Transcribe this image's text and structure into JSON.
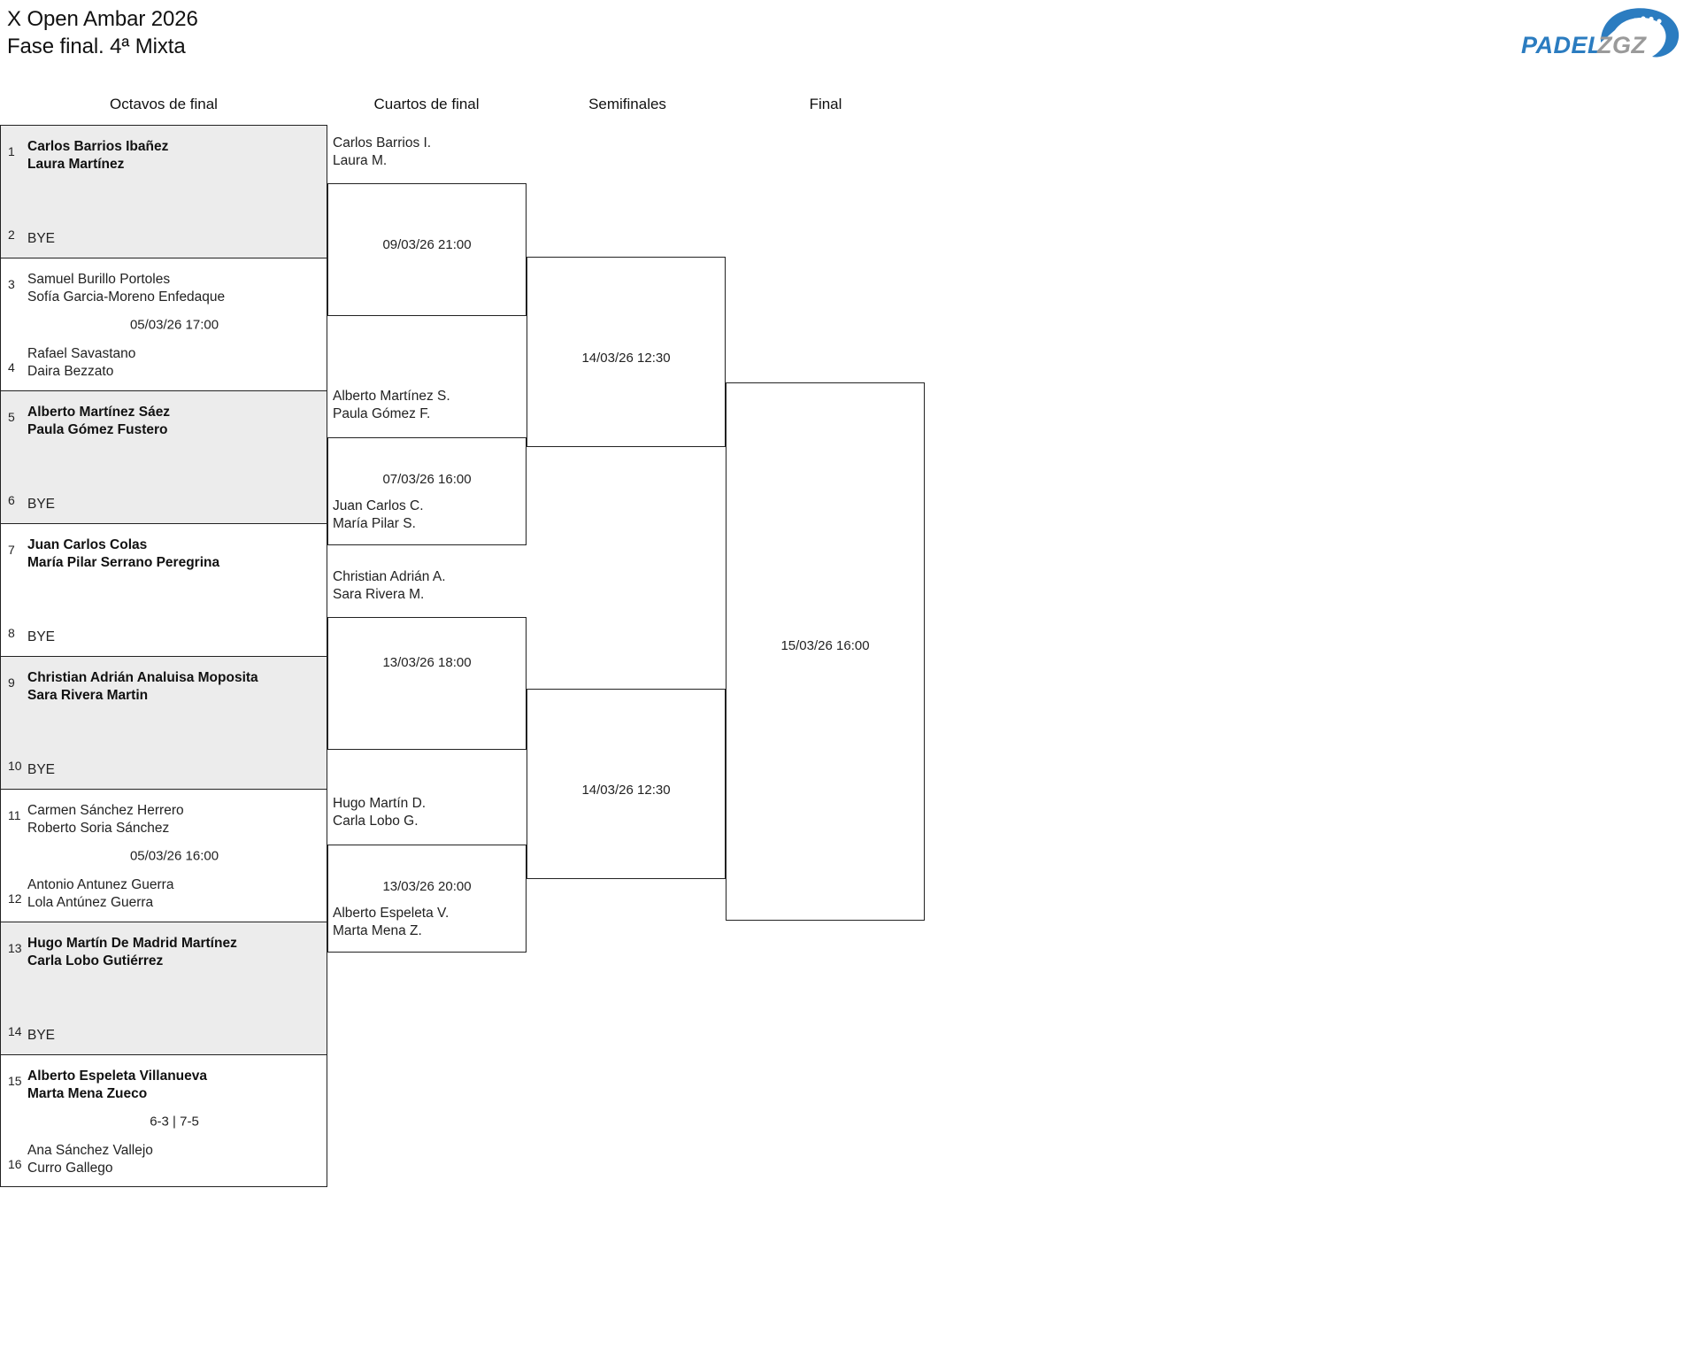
{
  "header": {
    "title_line1": "X Open Ambar 2026",
    "title_line2": "Fase final. 4ª Mixta",
    "logo": {
      "text_blue": "PADEL",
      "text_gray": "ZGZ",
      "color_blue": "#2b7cc0",
      "color_gray": "#9a9a9a"
    }
  },
  "rounds": [
    {
      "label": "Octavos de final"
    },
    {
      "label": "Cuartos de final"
    },
    {
      "label": "Semifinales"
    },
    {
      "label": "Final"
    }
  ],
  "colors": {
    "shade": "#ececec",
    "line": "#222222",
    "text": "#222222"
  },
  "chart_data": {
    "type": "bracket",
    "title": "X Open Ambar 2026 — Fase final. 4ª Mixta",
    "rounds": [
      "Octavos de final",
      "Cuartos de final",
      "Semifinales",
      "Final"
    ]
  },
  "r16": [
    {
      "shaded": true,
      "result": "",
      "top": {
        "seed": "1",
        "p1": "Carlos Barrios Ibañez",
        "p2": "Laura Martínez",
        "winner": true
      },
      "bottom": {
        "seed": "2",
        "p1": "BYE",
        "p2": "",
        "winner": false
      }
    },
    {
      "shaded": false,
      "result": "05/03/26 17:00",
      "top": {
        "seed": "3",
        "p1": "Samuel Burillo Portoles",
        "p2": "Sofía Garcia-Moreno Enfedaque",
        "winner": false
      },
      "bottom": {
        "seed": "4",
        "p1": "Rafael Savastano",
        "p2": "Daira Bezzato",
        "winner": false
      }
    },
    {
      "shaded": true,
      "result": "",
      "top": {
        "seed": "5",
        "p1": "Alberto Martínez Sáez",
        "p2": "Paula Gómez Fustero",
        "winner": true
      },
      "bottom": {
        "seed": "6",
        "p1": "BYE",
        "p2": "",
        "winner": false
      }
    },
    {
      "shaded": false,
      "result": "",
      "top": {
        "seed": "7",
        "p1": "Juan Carlos Colas",
        "p2": "María Pilar Serrano Peregrina",
        "winner": true
      },
      "bottom": {
        "seed": "8",
        "p1": "BYE",
        "p2": "",
        "winner": false
      }
    },
    {
      "shaded": true,
      "result": "",
      "top": {
        "seed": "9",
        "p1": "Christian Adrián Analuisa Moposita",
        "p2": "Sara Rivera Martin",
        "winner": true
      },
      "bottom": {
        "seed": "10",
        "p1": "BYE",
        "p2": "",
        "winner": false
      }
    },
    {
      "shaded": false,
      "result": "05/03/26 16:00",
      "top": {
        "seed": "11",
        "p1": "Carmen Sánchez Herrero",
        "p2": "Roberto Soria Sánchez",
        "winner": false
      },
      "bottom": {
        "seed": "12",
        "p1": "Antonio Antunez Guerra",
        "p2": "Lola Antúnez Guerra",
        "winner": false
      }
    },
    {
      "shaded": true,
      "result": "",
      "top": {
        "seed": "13",
        "p1": "Hugo Martín De Madrid Martínez",
        "p2": "Carla Lobo Gutiérrez",
        "winner": true
      },
      "bottom": {
        "seed": "14",
        "p1": "BYE",
        "p2": "",
        "winner": false
      }
    },
    {
      "shaded": false,
      "result": "6-3 | 7-5",
      "top": {
        "seed": "15",
        "p1": "Alberto Espeleta Villanueva",
        "p2": "Marta Mena Zueco",
        "winner": true
      },
      "bottom": {
        "seed": "16",
        "p1": "Ana Sánchez Vallejo",
        "p2": "Curro Gallego",
        "winner": false
      }
    }
  ],
  "qf": [
    {
      "label": "09/03/26 21:00",
      "top": {
        "p1": "Carlos Barrios I.",
        "p2": "Laura M.",
        "winner": false
      },
      "bottom": {
        "p1": "",
        "p2": "",
        "winner": false
      }
    },
    {
      "label": "07/03/26 16:00",
      "top": {
        "p1": "Alberto Martínez S.",
        "p2": "Paula Gómez F.",
        "winner": false
      },
      "bottom": {
        "p1": "Juan Carlos C.",
        "p2": "María Pilar S.",
        "winner": false
      }
    },
    {
      "label": "13/03/26 18:00",
      "top": {
        "p1": "Christian Adrián A.",
        "p2": "Sara Rivera M.",
        "winner": false
      },
      "bottom": {
        "p1": "",
        "p2": "",
        "winner": false
      }
    },
    {
      "label": "13/03/26 20:00",
      "top": {
        "p1": "Hugo Martín D.",
        "p2": "Carla Lobo G.",
        "winner": false
      },
      "bottom": {
        "p1": "Alberto Espeleta V.",
        "p2": "Marta Mena Z.",
        "winner": false
      }
    }
  ],
  "sf": [
    {
      "label": "14/03/26 12:30"
    },
    {
      "label": "14/03/26 12:30"
    }
  ],
  "final": {
    "label": "15/03/26 16:00"
  }
}
